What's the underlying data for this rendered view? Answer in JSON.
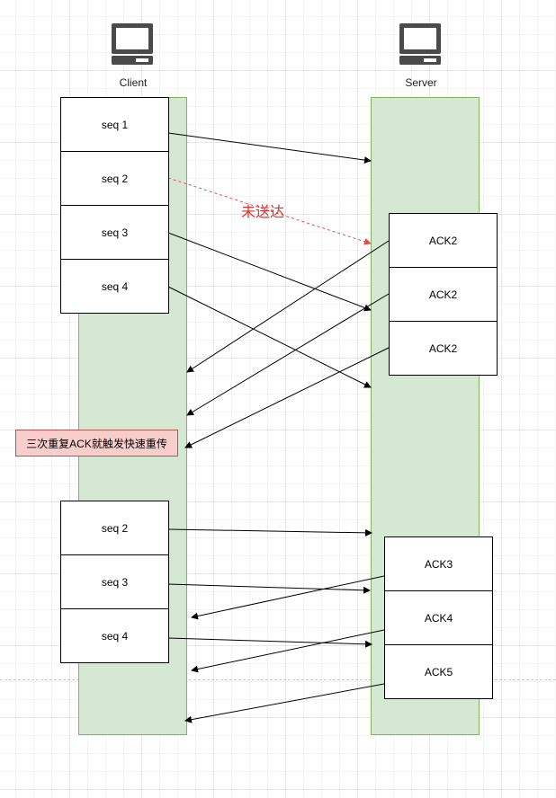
{
  "client": {
    "label": "Client"
  },
  "server": {
    "label": "Server"
  },
  "client_packets": [
    {
      "label": "seq 1"
    },
    {
      "label": "seq 2"
    },
    {
      "label": "seq 3"
    },
    {
      "label": "seq 4"
    }
  ],
  "server_acks": [
    {
      "label": "ACK2"
    },
    {
      "label": "ACK2"
    },
    {
      "label": "ACK2"
    }
  ],
  "note": {
    "text": "三次重复ACK就触发快速重传"
  },
  "lost_label": {
    "text": "未送达"
  },
  "retransmit_packets": [
    {
      "label": "seq 2"
    },
    {
      "label": "seq 3"
    },
    {
      "label": "seq 4"
    }
  ],
  "final_acks": [
    {
      "label": "ACK3"
    },
    {
      "label": "ACK4"
    },
    {
      "label": "ACK5"
    }
  ],
  "colors": {
    "lane_fill": "#d5e8d4",
    "lane_border": "#82b366",
    "note_fill": "#f8cecc",
    "note_border": "#b85450",
    "lost_arrow": "#e05050"
  }
}
